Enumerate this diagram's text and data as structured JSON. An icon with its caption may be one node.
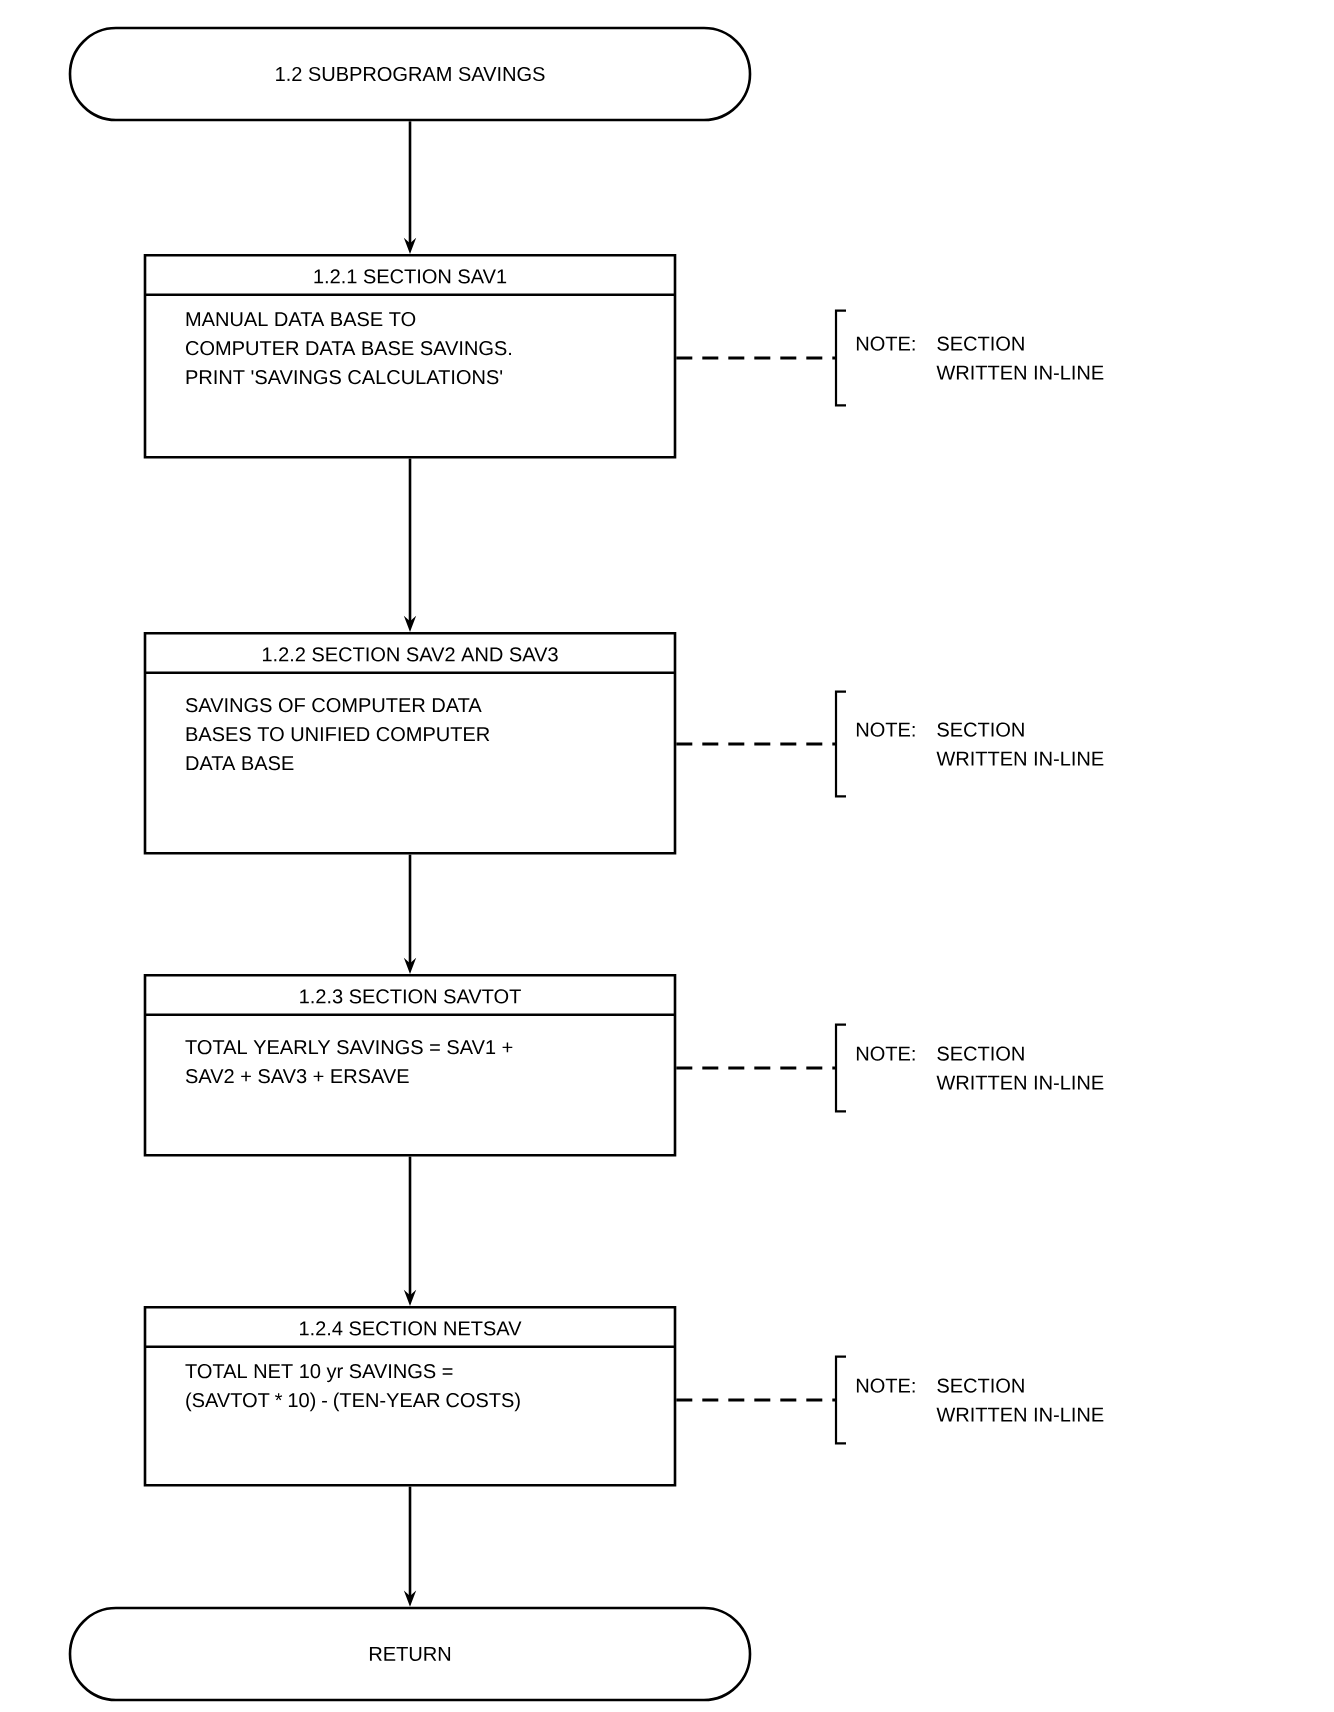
{
  "diagram": {
    "nodes": [
      {
        "text": [
          "1.2 SUBPROGRAM SAVINGS"
        ]
      },
      {
        "text": [
          "1.2.1 SECTION SAV1",
          "MANUAL DATA BASE TO COMPUTER DATA BASE SAVINGS. PRINT 'SAVINGS CALCULATIONS'"
        ]
      },
      {
        "text": [
          "NOTE:",
          "SECTION WRITTEN IN-LINE"
        ]
      },
      {
        "text": [
          "1.2.2 SECTION SAV2 AND SAV3",
          "SAVINGS OF COMPUTER DATA BASES TO UNIFIED COMPUTER DATA BASE"
        ]
      },
      {
        "text": [
          "NOTE:",
          "SECTION WRITTEN IN-LINE"
        ]
      },
      {
        "text": [
          "1.2.3 SECTION SAVTOT",
          "TOTAL YEARLY SAVINGS = SAV1 + SAV2 + SAV3 + ERSAVE"
        ]
      },
      {
        "text": [
          "NOTE:",
          "SECTION WRITTEN IN-LINE"
        ]
      },
      {
        "text": [
          "1.2.4 SECTION NETSAV",
          "TOTAL NET 10 yr SAVINGS = (SAVTOT * 10) - (TEN-YEAR COSTS)"
        ]
      },
      {
        "text": [
          "NOTE:",
          "SECTION WRITTEN IN-LINE"
        ]
      },
      {
        "text": [
          "RETURN"
        ]
      }
    ],
    "edges": [
      {
        "from": 0,
        "to": 1,
        "arrow": "to"
      },
      {
        "from": 1,
        "to": 2,
        "arrow": "none",
        "style": "dashed"
      },
      {
        "from": 1,
        "to": 3,
        "arrow": "to"
      },
      {
        "from": 3,
        "to": 4,
        "arrow": "none",
        "style": "dashed"
      },
      {
        "from": 3,
        "to": 5,
        "arrow": "to"
      },
      {
        "from": 5,
        "to": 6,
        "arrow": "none",
        "style": "dashed"
      },
      {
        "from": 5,
        "to": 7,
        "arrow": "to"
      },
      {
        "from": 7,
        "to": 8,
        "arrow": "none",
        "style": "dashed"
      },
      {
        "from": 7,
        "to": 9,
        "arrow": "to"
      }
    ]
  }
}
